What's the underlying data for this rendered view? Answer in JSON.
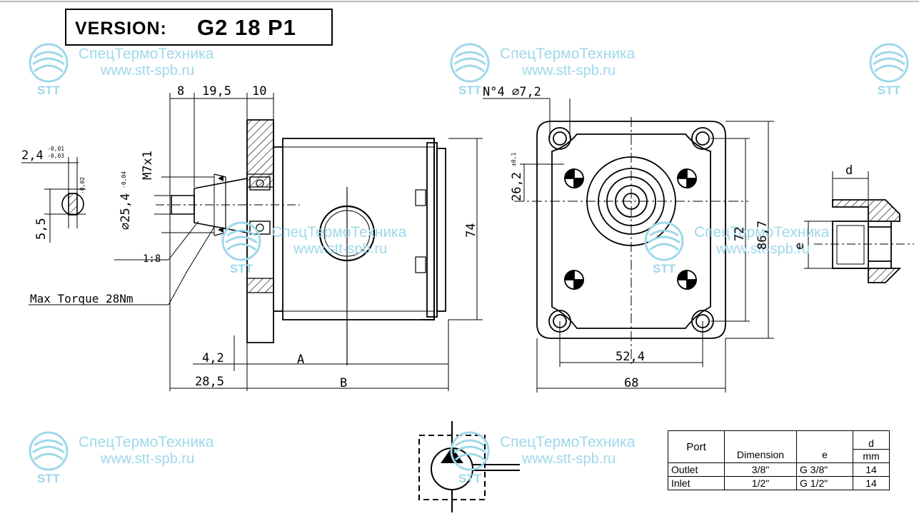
{
  "version": {
    "label": "VERSION:",
    "value": "G2 18 P1"
  },
  "watermark": {
    "company": "СпецТермоТехника",
    "url": "www.stt-spb.ru",
    "logo_text": "STT",
    "color": "#9fd8ea"
  },
  "dimensions": {
    "d_8": "8",
    "d_19_5": "19,5",
    "d_10": "10",
    "d_holes": "N°4  ⌀7,2",
    "d_2_4": "2,4",
    "d_2_4_tol_upper": "-0,01",
    "d_2_4_tol_lower": "-0,03",
    "d_5_5": "5,5",
    "d_tol_002": "-0,02",
    "d_thread": "M7x1",
    "d_25_4": "⌀25,4",
    "d_25_4_tol": "-0,04",
    "d_taper": "1:8",
    "max_torque": "Max Torque 28Nm",
    "d_4_2": "4,2",
    "d_A": "A",
    "d_28_5": "28,5",
    "d_B": "B",
    "d_74": "74",
    "d_26_2": "26,2",
    "d_26_2_tol": "±0,1",
    "d_72": "72",
    "d_86_7": "86,7",
    "d_52_4": "52,4",
    "d_68": "68",
    "d_d": "d",
    "d_e": "e"
  },
  "port_table": {
    "headers": {
      "port": "Port",
      "dimension": "Dimension",
      "e": "e",
      "d": "d",
      "d_unit": "mm"
    },
    "rows": [
      {
        "port": "Outlet",
        "dimension": "3/8\"",
        "e": "G 3/8\"",
        "d": "14"
      },
      {
        "port": "Inlet",
        "dimension": "1/2\"",
        "e": "G 1/2\"",
        "d": "14"
      }
    ]
  }
}
